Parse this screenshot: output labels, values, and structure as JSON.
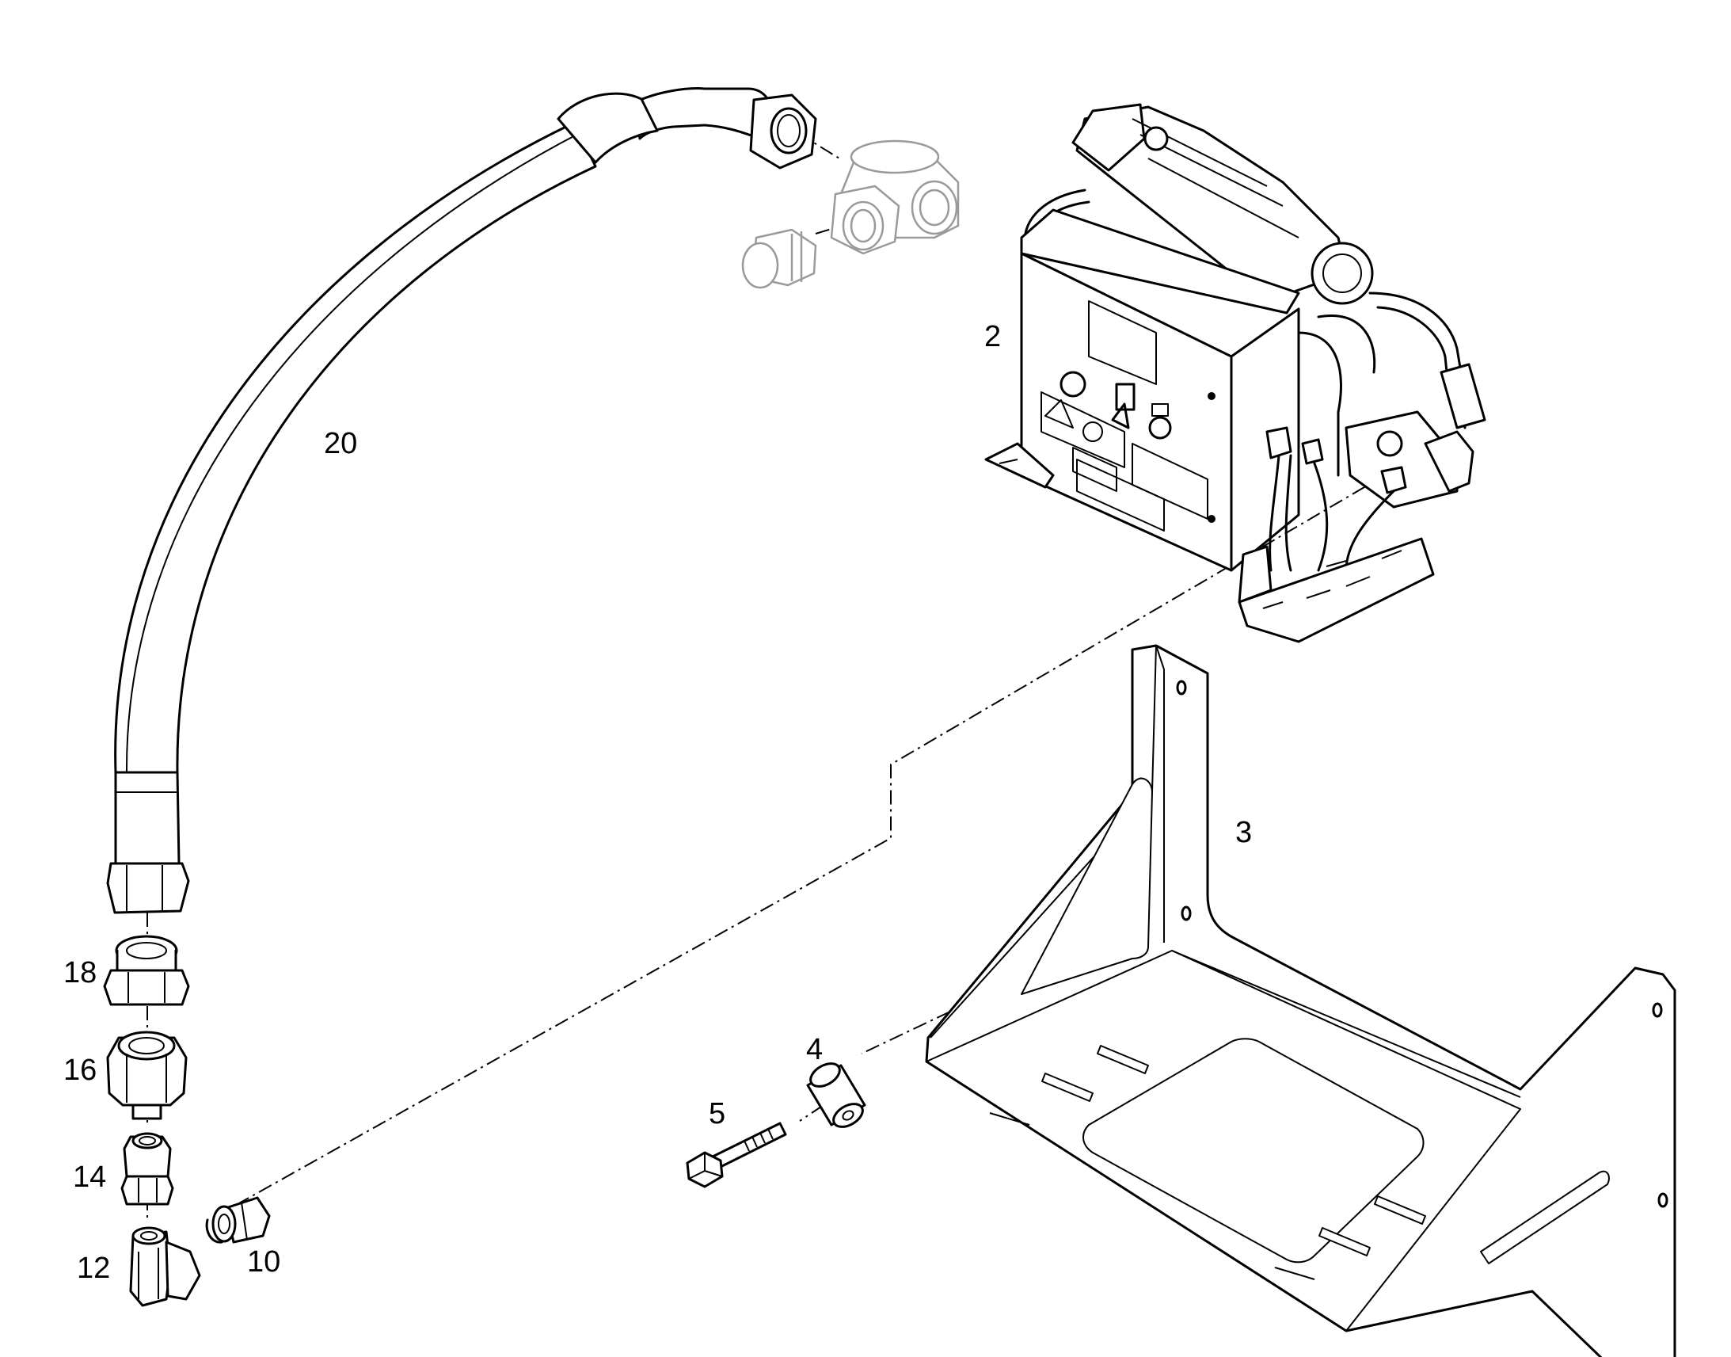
{
  "diagram": {
    "labels": {
      "p2": "2",
      "p3": "3",
      "p4": "4",
      "p5": "5",
      "p10": "10",
      "p12": "12",
      "p14": "14",
      "p16": "16",
      "p18": "18",
      "p20": "20"
    },
    "colors": {
      "line": "#000000",
      "ghost_part": "#9a9a9a",
      "background": "#ffffff"
    }
  }
}
